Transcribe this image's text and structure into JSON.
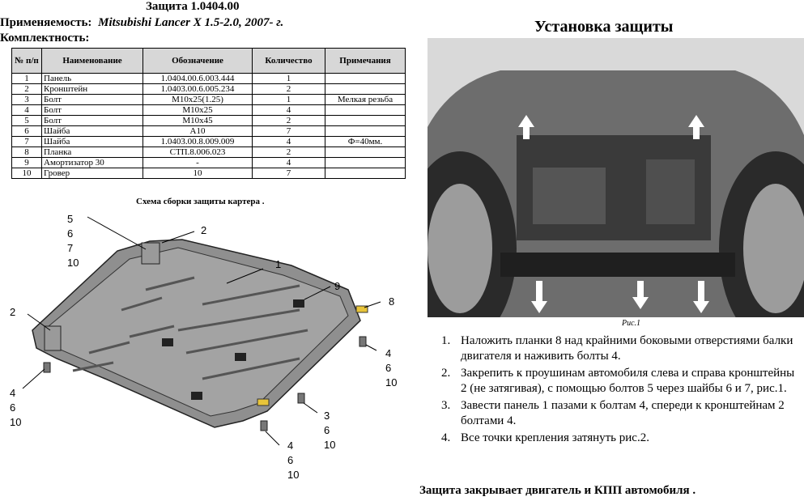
{
  "header": {
    "title": "Защита 1.0404.00",
    "applicability_label": "Применяемость:",
    "applicability_value": "Mitsubishi  Lancer X 1.5-2.0,  2007- г.",
    "kit_label": "Комплектность:"
  },
  "table": {
    "headers": [
      "№ п/п",
      "Наименование",
      "Обозначение",
      "Количество",
      "Примечания"
    ],
    "rows": [
      [
        "1",
        "Панель",
        "1.0404.00.6.003.444",
        "1",
        ""
      ],
      [
        "2",
        "Кронштейн",
        "1.0403.00.6.005.234",
        "2",
        ""
      ],
      [
        "3",
        "Болт",
        "М10х25(1.25)",
        "1",
        "Мелкая резьба"
      ],
      [
        "4",
        "Болт",
        "М10х25",
        "4",
        ""
      ],
      [
        "5",
        "Болт",
        "М10х45",
        "2",
        ""
      ],
      [
        "6",
        "Шайба",
        "А10",
        "7",
        ""
      ],
      [
        "7",
        "Шайба",
        "1.0403.00.8.009.009",
        "4",
        "Ф=40мм."
      ],
      [
        "8",
        "Планка",
        "СТП.8.006.023",
        "2",
        ""
      ],
      [
        "9",
        "Амортизатор 30",
        "-",
        "4",
        ""
      ],
      [
        "10",
        "Гровер",
        "10",
        "7",
        ""
      ]
    ]
  },
  "diagram": {
    "caption": "Схема сборки защиты картера .",
    "callouts": {
      "top_left": [
        "5",
        "6",
        "7",
        "10"
      ],
      "top_bracket": "2",
      "panel": "1",
      "left_bracket": "2",
      "shock_absorber": "9",
      "plate": "8",
      "right_bolts": [
        "4",
        "6",
        "10"
      ],
      "left_bolts": [
        "4",
        "6",
        "10"
      ],
      "front_bolt": [
        "3",
        "6",
        "10"
      ],
      "bottom_bolts": [
        "4",
        "6",
        "10"
      ]
    }
  },
  "install": {
    "title": "Установка защиты",
    "photo_caption": "Рис.1",
    "steps": [
      "Наложить планки 8 над крайними боковыми отверстиями  балки двигателя и наживить болты 4.",
      "Закрепить к проушинам автомобиля слева и справа кронштейны 2 (не затягивая), с помощью болтов 5 через шайбы 6 и 7, рис.1.",
      "Завести панель 1 пазами к болтам 4, спереди к кронштейнам 2 болтами 4.",
      "Все точки крепления затянуть рис.2."
    ],
    "footer": "Защита закрывает двигатель и КПП автомобиля ."
  }
}
